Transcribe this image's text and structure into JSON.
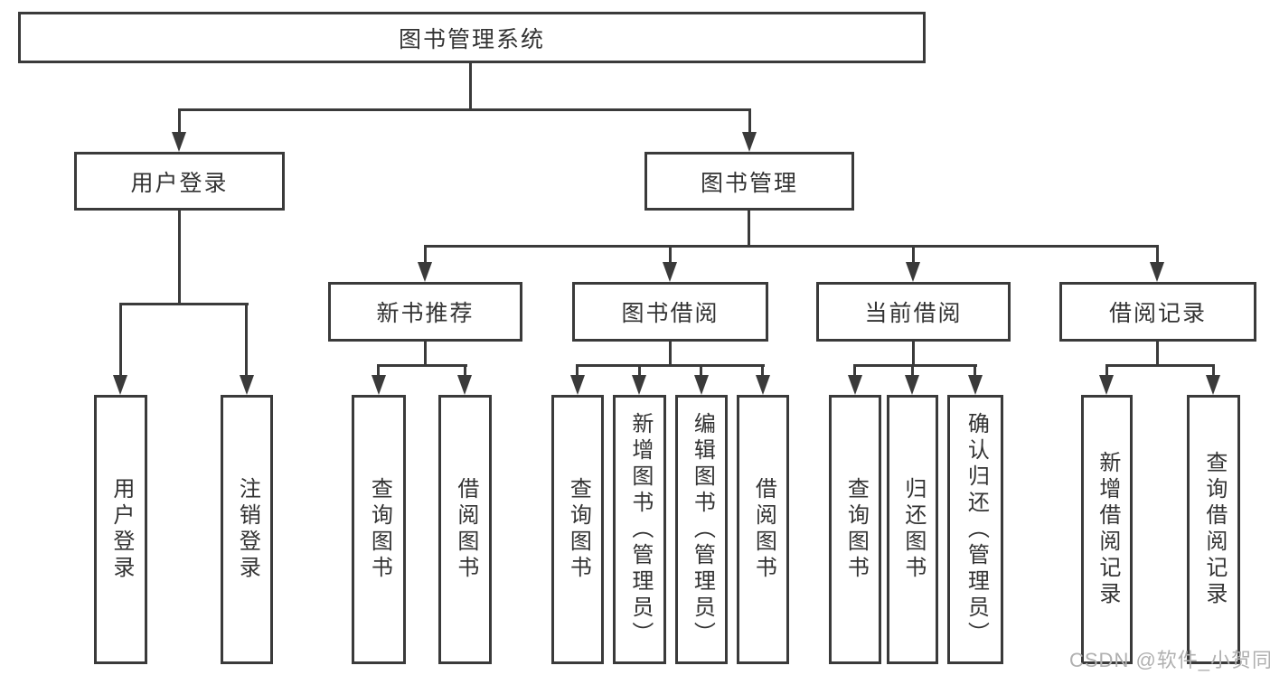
{
  "tree": {
    "root": {
      "label": "图书管理系统"
    },
    "branches": [
      {
        "label": "用户登录",
        "leaves": [
          "用户登录",
          "注销登录"
        ]
      },
      {
        "label": "图书管理",
        "groups": [
          {
            "label": "新书推荐",
            "leaves": [
              "查询图书",
              "借阅图书"
            ]
          },
          {
            "label": "图书借阅",
            "leaves": [
              "查询图书",
              "新增图书（管理员）",
              "编辑图书（管理员）",
              "借阅图书"
            ]
          },
          {
            "label": "当前借阅",
            "leaves": [
              "查询图书",
              "归还图书",
              "确认归还（管理员）"
            ]
          },
          {
            "label": "借阅记录",
            "leaves": [
              "新增借阅记录",
              "查询借阅记录"
            ]
          }
        ]
      }
    ]
  },
  "watermark": {
    "text": "CSDN @软件_小贺同学",
    "color": "#b0b0b0"
  },
  "colors": {
    "line": "#3a3a3a",
    "text": "#333333",
    "background": "#ffffff"
  }
}
